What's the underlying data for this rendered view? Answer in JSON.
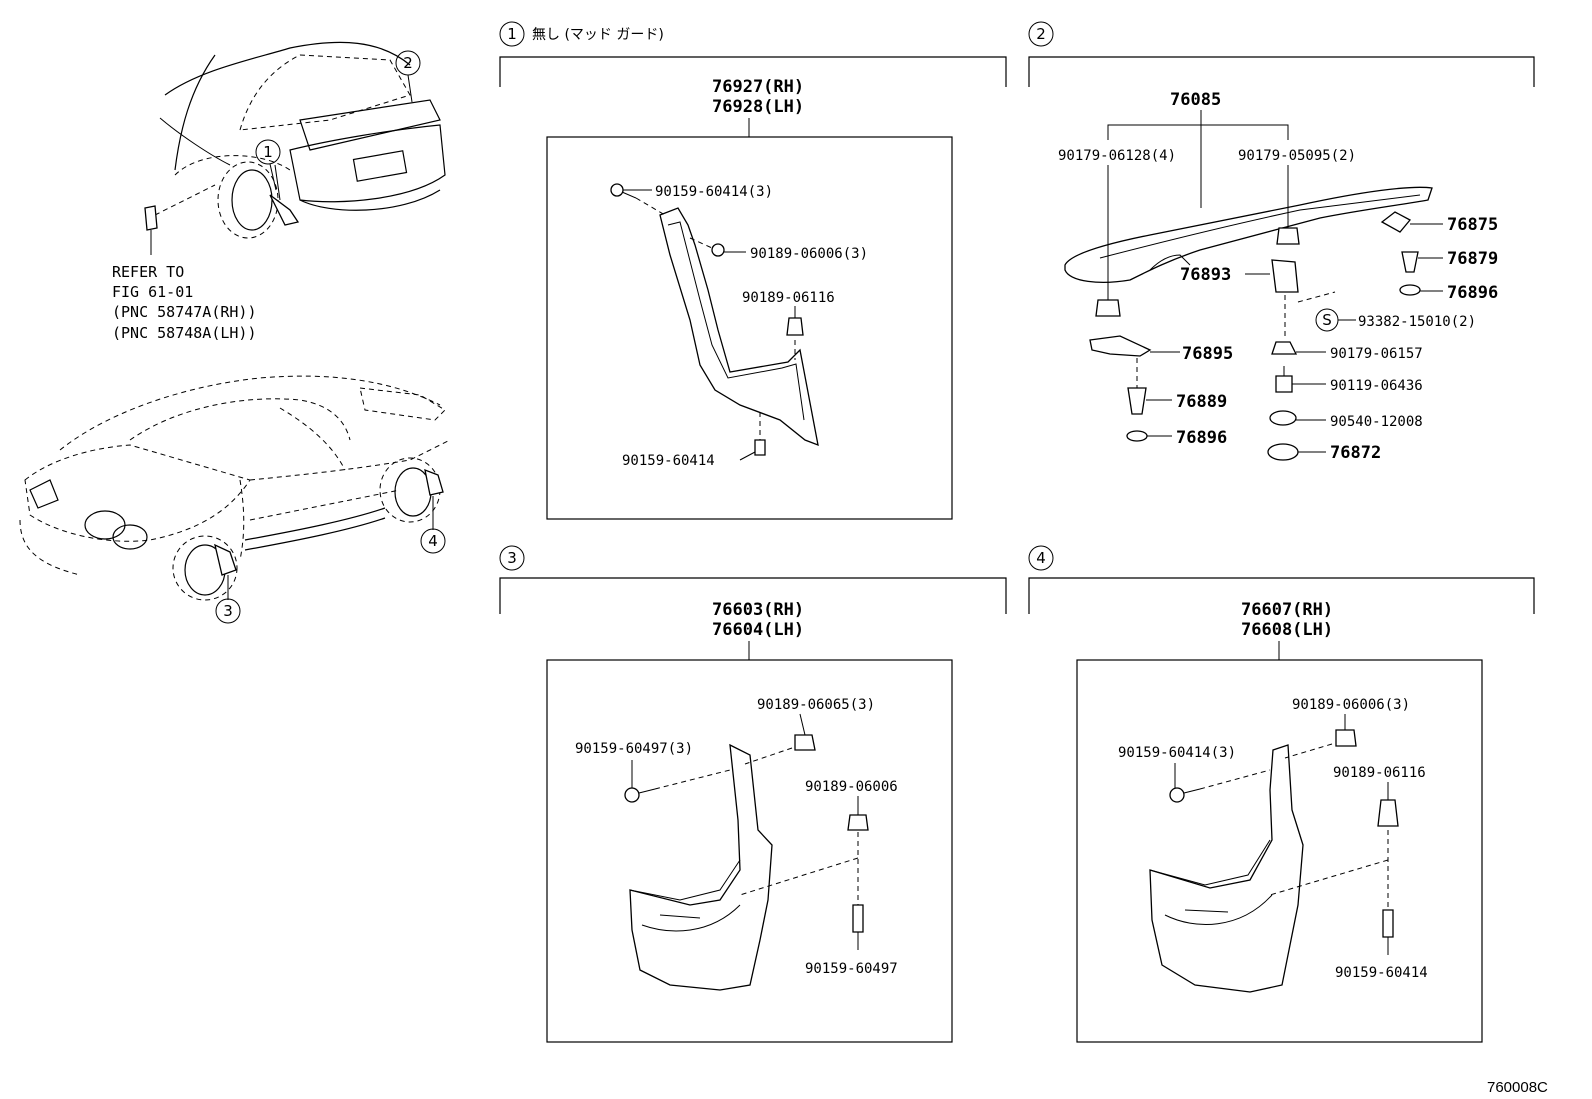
{
  "refer": {
    "line1": "REFER TO",
    "line2": "FIG 61-01",
    "line3": "(PNC 58747A(RH))",
    "line4": "(PNC 58748A(LH))"
  },
  "callouts": {
    "c1": "1",
    "c2": "2",
    "c3": "3",
    "c4": "4"
  },
  "section1": {
    "num": "1",
    "title": "無し (マッド ガード)",
    "head1": "76927(RH)",
    "head2": "76928(LH)",
    "parts": [
      "90159-60414(3)",
      "90189-06006(3)",
      "90189-06116",
      "90159-60414"
    ]
  },
  "section2": {
    "num": "2",
    "head": "76085",
    "parts": [
      "90179-06128(4)",
      "90179-05095(2)",
      "76875",
      "76879",
      "76893",
      "76896",
      "93382-15010(2)",
      "76895",
      "90179-06157",
      "90119-06436",
      "76889",
      "90540-12008",
      "76896",
      "76872"
    ],
    "s_mark": "S"
  },
  "section3": {
    "num": "3",
    "head1": "76603(RH)",
    "head2": "76604(LH)",
    "parts": [
      "90189-06065(3)",
      "90159-60497(3)",
      "90189-06006",
      "90159-60497"
    ]
  },
  "section4": {
    "num": "4",
    "head1": "76607(RH)",
    "head2": "76608(LH)",
    "parts": [
      "90189-06006(3)",
      "90159-60414(3)",
      "90189-06116",
      "90159-60414"
    ]
  },
  "figure_code": "760008C"
}
